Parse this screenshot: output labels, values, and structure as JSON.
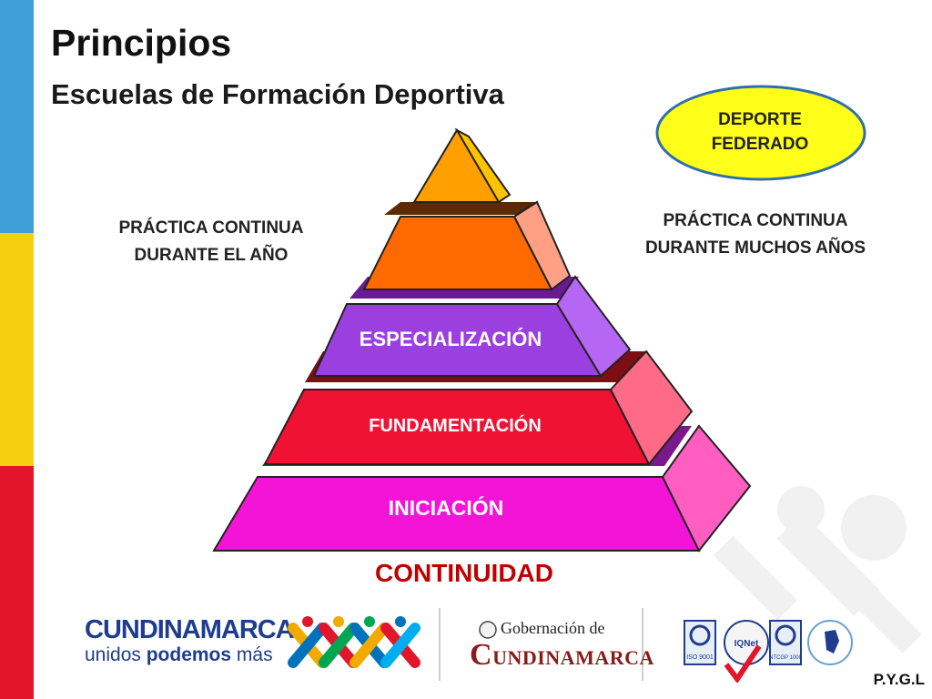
{
  "slide": {
    "title": "Principios",
    "subtitle": "Escuelas de Formación Deportiva"
  },
  "pyramid": {
    "levels": [
      {
        "label": "ESPECIALIZACIÓN",
        "color": "#9b3fdf"
      },
      {
        "label": "FUNDAMENTACIÓN",
        "color": "#ef1233"
      },
      {
        "label": "INICIACIÓN",
        "color": "#f414d8"
      }
    ],
    "upper_tiers": [
      {
        "color": "#ff6a00"
      },
      {
        "color": "#ffa000"
      }
    ],
    "footer_label": "CONTINUIDAD"
  },
  "annotations": {
    "left": "PRÁCTICA CONTINUA DURANTE EL AÑO",
    "right": "PRÁCTICA CONTINUA DURANTE MUCHOS AÑOS",
    "ellipse": "DEPORTE FEDERADO",
    "ellipse_color": "#ffff1a"
  },
  "footer": {
    "cundinamarca_name": "CUNDINAMARCA",
    "slogan_prefix": "unidos ",
    "slogan_bold": "podemos",
    "slogan_suffix": " más",
    "gob_line1": "Gobernación de",
    "gob_line2": "UNDINAMARCA",
    "gob_initial": "C",
    "cert_labels": [
      "ISO 9001",
      "IQNet",
      "NTCGP 1000"
    ],
    "initials": "P.Y.G.L"
  }
}
